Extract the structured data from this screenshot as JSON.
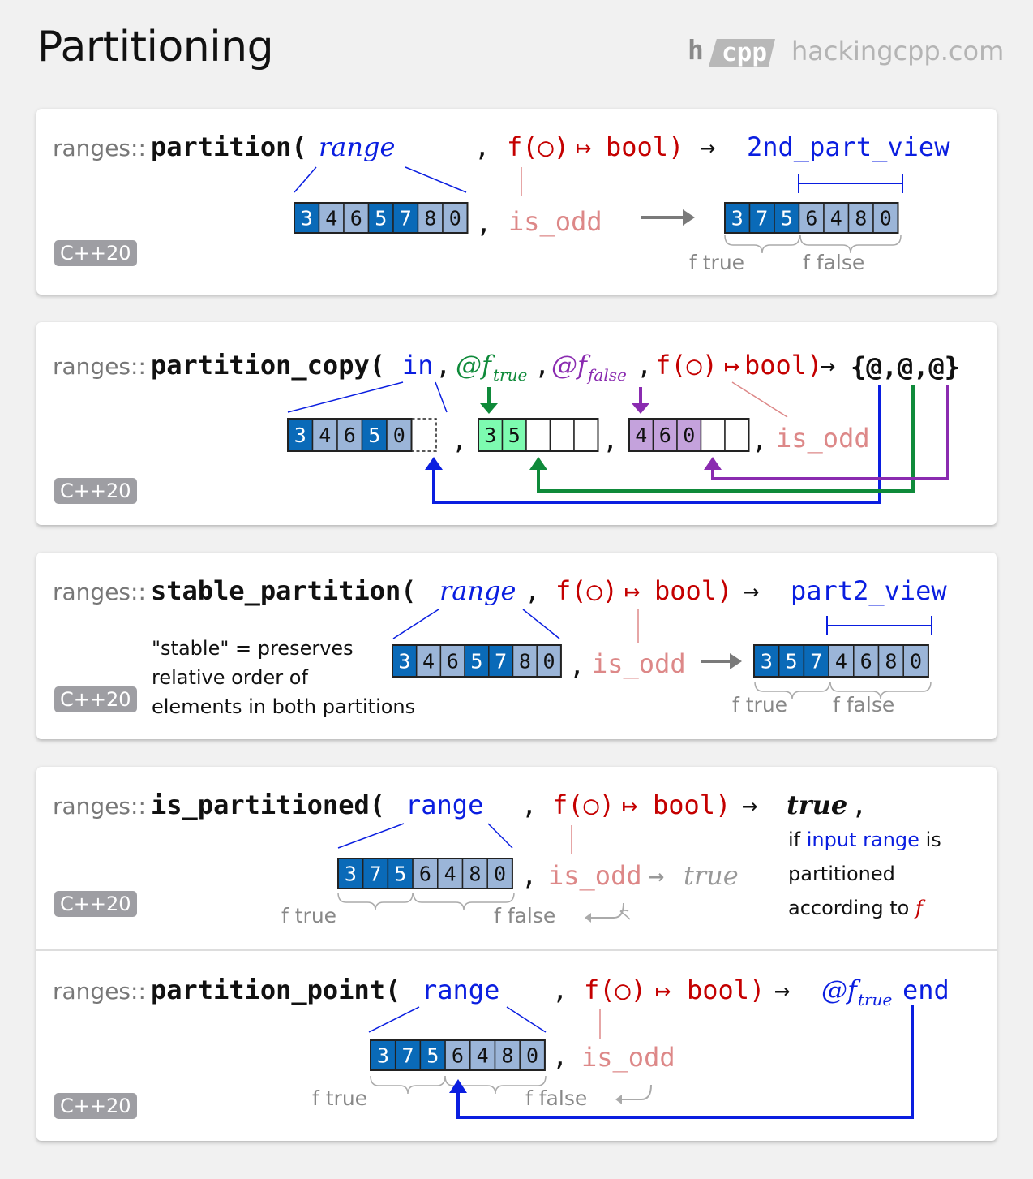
{
  "header": {
    "title": "Partitioning",
    "brand_h": "h",
    "brand_cpp": "cpp",
    "brand_site": "hackingcpp.com"
  },
  "common": {
    "prefix": "ranges::",
    "badge": "C++20",
    "is_odd": "is_odd",
    "f_true": "f true",
    "f_false": "f false",
    "comma": ",",
    "f_sig": "f(○)",
    "maps": "↦",
    "bool": "bool)",
    "arrow": "→"
  },
  "partition": {
    "name": "partition(",
    "param": "range",
    "result": "2nd_part_view",
    "input": [
      "3",
      "4",
      "6",
      "5",
      "7",
      "8",
      "0"
    ],
    "input_odd": [
      true,
      false,
      false,
      true,
      true,
      false,
      false
    ],
    "output": [
      "3",
      "7",
      "5",
      "6",
      "4",
      "8",
      "0"
    ],
    "output_odd": [
      true,
      true,
      true,
      false,
      false,
      false,
      false
    ]
  },
  "partition_copy": {
    "name": "partition_copy(",
    "param_in": "in",
    "param_true": "@f",
    "param_true_sub": "true",
    "param_false": "@f",
    "param_false_sub": "false",
    "result": "{@,@,@}",
    "input": [
      "3",
      "4",
      "6",
      "5",
      "0",
      ""
    ],
    "input_odd": [
      true,
      false,
      false,
      true,
      false,
      false
    ],
    "true_out": [
      "3",
      "5",
      "",
      "",
      ""
    ],
    "false_out": [
      "4",
      "6",
      "0",
      "",
      ""
    ]
  },
  "stable_partition": {
    "name": "stable_partition(",
    "param": "range",
    "result": "part2_view",
    "note_lines": [
      "\"stable\" = preserves",
      "relative order of",
      "elements in both partitions"
    ],
    "input": [
      "3",
      "4",
      "6",
      "5",
      "7",
      "8",
      "0"
    ],
    "input_odd": [
      true,
      false,
      false,
      true,
      true,
      false,
      false
    ],
    "output": [
      "3",
      "5",
      "7",
      "4",
      "6",
      "8",
      "0"
    ],
    "output_odd": [
      true,
      true,
      true,
      false,
      false,
      false,
      false
    ]
  },
  "is_partitioned": {
    "name": "is_partitioned(",
    "param": "range",
    "result": "true",
    "result_suffix": ",",
    "cond_true": "true",
    "note_if": "if",
    "note_input": "input range",
    "note_is": "is",
    "note_line2": "partitioned",
    "note_line3": "according to",
    "note_f": "f",
    "input": [
      "3",
      "7",
      "5",
      "6",
      "4",
      "8",
      "0"
    ],
    "input_odd": [
      true,
      true,
      true,
      false,
      false,
      false,
      false
    ]
  },
  "partition_point": {
    "name": "partition_point(",
    "param": "range",
    "result": "@f",
    "result_sub": "true",
    "result_end": "end",
    "input": [
      "3",
      "7",
      "5",
      "6",
      "4",
      "8",
      "0"
    ],
    "input_odd": [
      true,
      true,
      true,
      false,
      false,
      false,
      false
    ]
  },
  "colors": {
    "dark_blue": "#0a6ab8",
    "light_blue": "#9bb5d8",
    "true_green": "#7dfbb0",
    "false_purple": "#c4a2dc",
    "accent_blue": "#0a1ee0",
    "accent_red": "#c40000",
    "green": "#0f8a3a",
    "purple": "#8a2bb0"
  }
}
